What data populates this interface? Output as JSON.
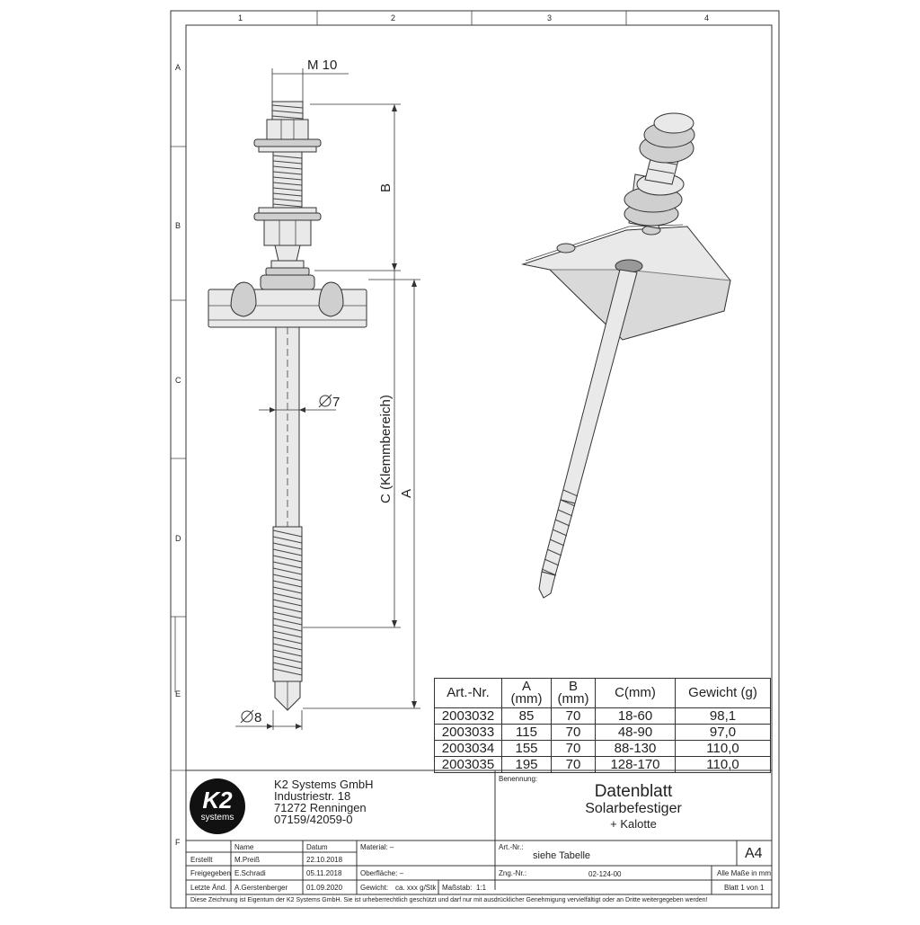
{
  "grid_columns": [
    "1",
    "2",
    "3",
    "4"
  ],
  "grid_rows": [
    "A",
    "B",
    "C",
    "D",
    "E",
    "F"
  ],
  "dimensions": {
    "thread": "M 10",
    "b": "B",
    "c": "C (Klemmbereich)",
    "a": "A",
    "shaft_dia": "7",
    "tip_dia": "8"
  },
  "table": {
    "headers": [
      {
        "line1": "Art.-Nr.",
        "line2": ""
      },
      {
        "line1": "A",
        "line2": "(mm)"
      },
      {
        "line1": "B",
        "line2": "(mm)"
      },
      {
        "line1": "C(mm)",
        "line2": ""
      },
      {
        "line1": "Gewicht (g)",
        "line2": ""
      }
    ],
    "rows": [
      [
        "2003032",
        "85",
        "70",
        "18-60",
        "98,1"
      ],
      [
        "2003033",
        "115",
        "70",
        "48-90",
        "97,0"
      ],
      [
        "2003034",
        "155",
        "70",
        "88-130",
        "110,0"
      ],
      [
        "2003035",
        "195",
        "70",
        "128-170",
        "110,0"
      ]
    ]
  },
  "company": {
    "logo_text": "K2",
    "logo_sub": "systems",
    "name": "K2 Systems GmbH",
    "street": "Industriestr. 18",
    "city": "71272 Renningen",
    "phone": "07159/42059-0"
  },
  "title_block": {
    "benennung_label": "Benennung:",
    "title1": "Datenblatt",
    "title2": "Solarbefestiger",
    "title3": "+ Kalotte",
    "col_name": "Name",
    "col_datum": "Datum",
    "material_label": "Material: –",
    "artnr_label": "Art.-Nr.:",
    "artnr_value": "siehe Tabelle",
    "format": "A4",
    "rows": [
      {
        "label": "Erstellt",
        "name": "M.Preiß",
        "date": "22.10.2018"
      },
      {
        "label": "Freigegeben",
        "name": "E.Schradi",
        "date": "05.11.2018"
      },
      {
        "label": "Letzte Änd.",
        "name": "A.Gerstenberger",
        "date": "01.09.2020"
      }
    ],
    "oberflaeche_label": "Oberfläche: –",
    "zng_label": "Zng.-Nr.:",
    "zng_value": "02-124-00",
    "masse_note": "Alle Maße in mm",
    "gewicht_label": "Gewicht:",
    "gewicht_value": "ca. xxx g/Stk",
    "massstab_label": "Maßstab:",
    "massstab_value": "1:1",
    "blatt": "Blatt 1 von 1",
    "disclaimer": "Diese Zeichnung ist Eigentum der K2 Systems GmbH. Sie ist urheberrechtlich geschützt und darf nur mit ausdrücklicher Genehmigung vervielfältigt oder an Dritte weitergegeben werden!"
  }
}
